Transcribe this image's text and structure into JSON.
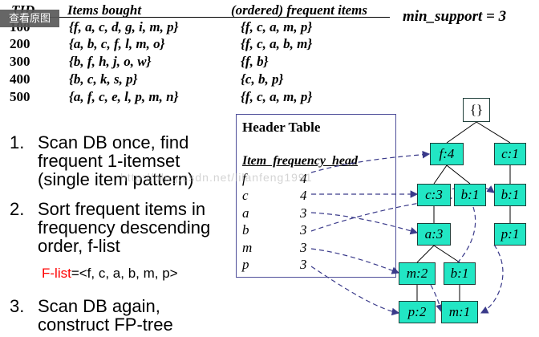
{
  "transactions_table": {
    "headers": [
      "TID",
      "Items bought",
      "(ordered) frequent items"
    ],
    "rows": [
      {
        "tid": "100",
        "items": "{f, a, c, d, g, i, m, p}",
        "ordered": "{f, c, a, m, p}"
      },
      {
        "tid": "200",
        "items": "{a, b, c, f, l, m, o}",
        "ordered": "{f, c, a, b, m}"
      },
      {
        "tid": "300",
        "items": "{b, f, h, j, o, w}",
        "ordered": "{f, b}"
      },
      {
        "tid": "400",
        "items": "{b, c, k, s, p}",
        "ordered": "{c, b, p}"
      },
      {
        "tid": "500",
        "items": "{a, f, c, e, l, p, m, n}",
        "ordered": "{f, c, a, m, p}"
      }
    ]
  },
  "min_support_label": "min_support = 3",
  "overlay_button_label": "查看原图",
  "steps": [
    {
      "num": "1.",
      "lines": [
        "Scan DB once, find",
        "frequent 1-itemset",
        "(single item pattern)"
      ]
    },
    {
      "num": "2.",
      "lines": [
        "Sort frequent items in",
        "frequency descending",
        "order, f-list"
      ]
    },
    {
      "num": "3.",
      "lines": [
        "Scan DB again,",
        "construct FP-tree"
      ]
    }
  ],
  "flist": {
    "label": "F-list",
    "value": "=<f, c, a, b, m, p>"
  },
  "header_table": {
    "title": "Header Table",
    "columns": "Item  frequency  head",
    "rows": [
      {
        "item": "f",
        "frequency": "4"
      },
      {
        "item": "c",
        "frequency": "4"
      },
      {
        "item": "a",
        "frequency": "3"
      },
      {
        "item": "b",
        "frequency": "3"
      },
      {
        "item": "m",
        "frequency": "3"
      },
      {
        "item": "p",
        "frequency": "3"
      }
    ]
  },
  "fp_tree": {
    "root_label": "{}",
    "nodes": [
      {
        "id": "f4",
        "label": "f:4"
      },
      {
        "id": "c1r",
        "label": "c:1"
      },
      {
        "id": "c3",
        "label": "c:3"
      },
      {
        "id": "b1a",
        "label": "b:1"
      },
      {
        "id": "b1r",
        "label": "b:1"
      },
      {
        "id": "a3",
        "label": "a:3"
      },
      {
        "id": "p1r",
        "label": "p:1"
      },
      {
        "id": "m2",
        "label": "m:2"
      },
      {
        "id": "b1b",
        "label": "b:1"
      },
      {
        "id": "p2",
        "label": "p:2"
      },
      {
        "id": "m1",
        "label": "m:1"
      }
    ],
    "node_color": "#22e6c4",
    "link_color": "#3a3a8a"
  },
  "watermark_text": "http://blog.csdn.net/lilanfeng1991"
}
